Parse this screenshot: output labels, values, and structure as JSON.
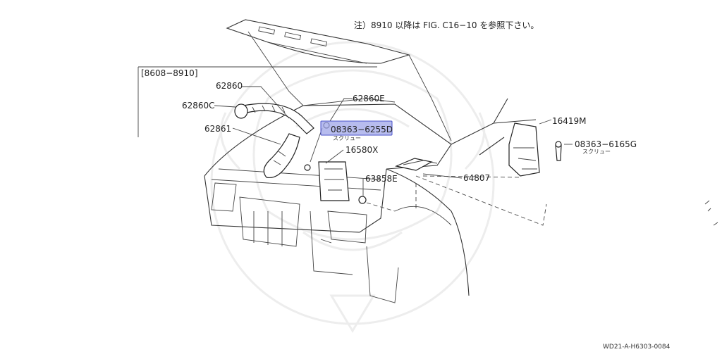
{
  "note": "注）8910 以降は FIG. C16−10 を参照下さい。",
  "date_range": "[8608−8910]",
  "callouts": [
    {
      "id": "62860",
      "text": "62860"
    },
    {
      "id": "62860C",
      "text": "62860C"
    },
    {
      "id": "62861",
      "text": "62861"
    },
    {
      "id": "62860E",
      "text": "62860E"
    },
    {
      "id": "08363-6255D",
      "text": "08363−6255D",
      "sub": "スクリュー",
      "highlighted": true
    },
    {
      "id": "16580X",
      "text": "16580X"
    },
    {
      "id": "63858E",
      "text": "63858E"
    },
    {
      "id": "64807",
      "text": "64807"
    },
    {
      "id": "16419M",
      "text": "16419M"
    },
    {
      "id": "08363-6165G",
      "text": "08363−6165G",
      "sub": "スクリュー"
    }
  ],
  "figure_code": "WD21-A-H6303-0084",
  "colors": {
    "highlight": "#9fa6e8",
    "line": "#333333"
  }
}
